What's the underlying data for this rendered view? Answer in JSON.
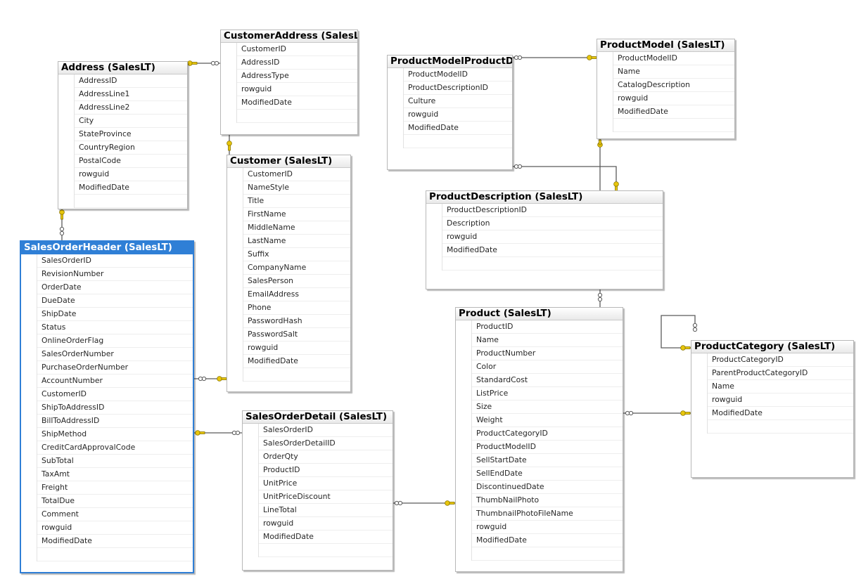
{
  "diagram": {
    "key_glyph": "•",
    "colors": {
      "title_bg": "#e9e9e9",
      "selected": "#2f7fd6",
      "key": "#c9a90f",
      "line": "#5a5a5a"
    },
    "tables": [
      {
        "id": "address",
        "title": "Address (SalesLT)",
        "columns": [
          "AddressID",
          "AddressLine1",
          "AddressLine2",
          "City",
          "StateProvince",
          "CountryRegion",
          "PostalCode",
          "rowguid",
          "ModifiedDate"
        ],
        "keys": [
          0
        ]
      },
      {
        "id": "customeraddress",
        "title": "CustomerAddress (SalesLT)",
        "columns": [
          "CustomerID",
          "AddressID",
          "AddressType",
          "rowguid",
          "ModifiedDate"
        ],
        "keys": [
          0,
          1
        ]
      },
      {
        "id": "customer",
        "title": "Customer (SalesLT)",
        "columns": [
          "CustomerID",
          "NameStyle",
          "Title",
          "FirstName",
          "MiddleName",
          "LastName",
          "Suffix",
          "CompanyName",
          "SalesPerson",
          "EmailAddress",
          "Phone",
          "PasswordHash",
          "PasswordSalt",
          "rowguid",
          "ModifiedDate"
        ],
        "keys": [
          0
        ]
      },
      {
        "id": "salesorderheader",
        "title": "SalesOrderHeader (SalesLT)",
        "columns": [
          "SalesOrderID",
          "RevisionNumber",
          "OrderDate",
          "DueDate",
          "ShipDate",
          "Status",
          "OnlineOrderFlag",
          "SalesOrderNumber",
          "PurchaseOrderNumber",
          "AccountNumber",
          "CustomerID",
          "ShipToAddressID",
          "BillToAddressID",
          "ShipMethod",
          "CreditCardApprovalCode",
          "SubTotal",
          "TaxAmt",
          "Freight",
          "TotalDue",
          "Comment",
          "rowguid",
          "ModifiedDate"
        ],
        "keys": [
          0
        ]
      },
      {
        "id": "salesorderdetail",
        "title": "SalesOrderDetail (SalesLT)",
        "columns": [
          "SalesOrderID",
          "SalesOrderDetailID",
          "OrderQty",
          "ProductID",
          "UnitPrice",
          "UnitPriceDiscount",
          "LineTotal",
          "rowguid",
          "ModifiedDate"
        ],
        "keys": [
          0,
          1
        ]
      },
      {
        "id": "productmodelproductdescription",
        "title": "ProductModelProductDescription (SalesLT)",
        "columns": [
          "ProductModelID",
          "ProductDescriptionID",
          "Culture",
          "rowguid",
          "ModifiedDate"
        ],
        "keys": [
          0,
          1,
          2
        ]
      },
      {
        "id": "productmodel",
        "title": "ProductModel (SalesLT)",
        "columns": [
          "ProductModelID",
          "Name",
          "CatalogDescription",
          "rowguid",
          "ModifiedDate"
        ],
        "keys": [
          0
        ]
      },
      {
        "id": "productdescription",
        "title": "ProductDescription (SalesLT)",
        "columns": [
          "ProductDescriptionID",
          "Description",
          "rowguid",
          "ModifiedDate"
        ],
        "keys": [
          0
        ]
      },
      {
        "id": "product",
        "title": "Product (SalesLT)",
        "columns": [
          "ProductID",
          "Name",
          "ProductNumber",
          "Color",
          "StandardCost",
          "ListPrice",
          "Size",
          "Weight",
          "ProductCategoryID",
          "ProductModelID",
          "SellStartDate",
          "SellEndDate",
          "DiscontinuedDate",
          "ThumbNailPhoto",
          "ThumbnailPhotoFileName",
          "rowguid",
          "ModifiedDate"
        ],
        "keys": [
          0
        ]
      },
      {
        "id": "productcategory",
        "title": "ProductCategory (SalesLT)",
        "columns": [
          "ProductCategoryID",
          "ParentProductCategoryID",
          "Name",
          "rowguid",
          "ModifiedDate"
        ],
        "keys": [
          0
        ]
      }
    ]
  }
}
